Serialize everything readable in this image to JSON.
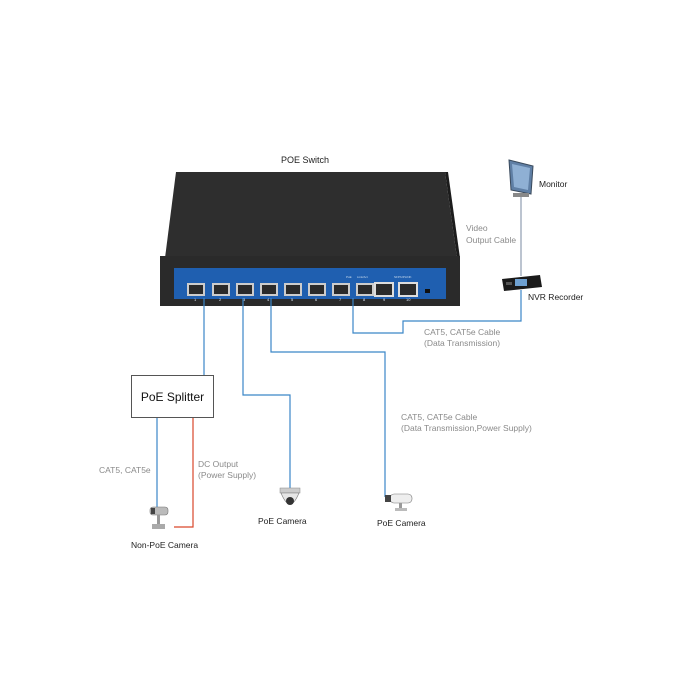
{
  "labels": {
    "poe_switch": "POE Switch",
    "monitor": "Monitor",
    "video_cable_1": "Video",
    "video_cable_2": "Output Cable",
    "nvr_recorder": "NVR Recorder",
    "cat5_data_1": "CAT5, CAT5e Cable",
    "cat5_data_2": "(Data Transmission)",
    "cat5_power_1": "CAT5, CAT5e Cable",
    "cat5_power_2": "(Data Transmission,Power Supply)",
    "poe_splitter": "PoE Splitter",
    "cat5_short": "CAT5, CAT5e",
    "dc_output_1": "DC Output",
    "dc_output_2": "(Power Supply)",
    "non_poe_camera": "Non-PoE Camera",
    "poe_camera_dome": "PoE Camera",
    "poe_camera_bullet": "PoE Camera"
  },
  "port_numbers": [
    "1",
    "2",
    "3",
    "4",
    "5",
    "6",
    "7",
    "8",
    "9",
    "10"
  ],
  "colors": {
    "switch_body": "#2b2b2b",
    "switch_panel": "#1f5fb0",
    "data_cable": "#3b86c8",
    "power_cable": "#d9472b",
    "video_cable": "#7a8aa0"
  }
}
